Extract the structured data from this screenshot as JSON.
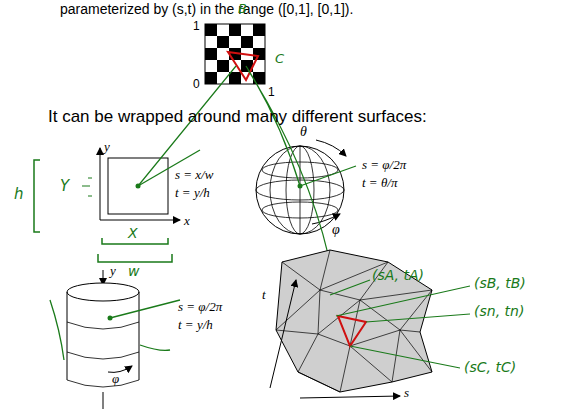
{
  "diagram": {
    "labels": [
      "parameterized by (s,t) in the range ([0,1], [0,1]).",
      "1",
      "0",
      "1",
      "B",
      "C",
      "It can be wrapped around many different surfaces:",
      "y",
      "x",
      "s = x/w",
      "t = y/h",
      "h",
      "Y",
      "X",
      "w",
      "θ",
      "φ",
      "s = φ/2π",
      "t = θ/π",
      "y",
      "φ",
      "s = φ/2π",
      "t = y/h",
      "t",
      "s",
      "(sA, tA)",
      "(sB, tB)",
      "(sn, tn)",
      "(sC, tC)"
    ]
  }
}
